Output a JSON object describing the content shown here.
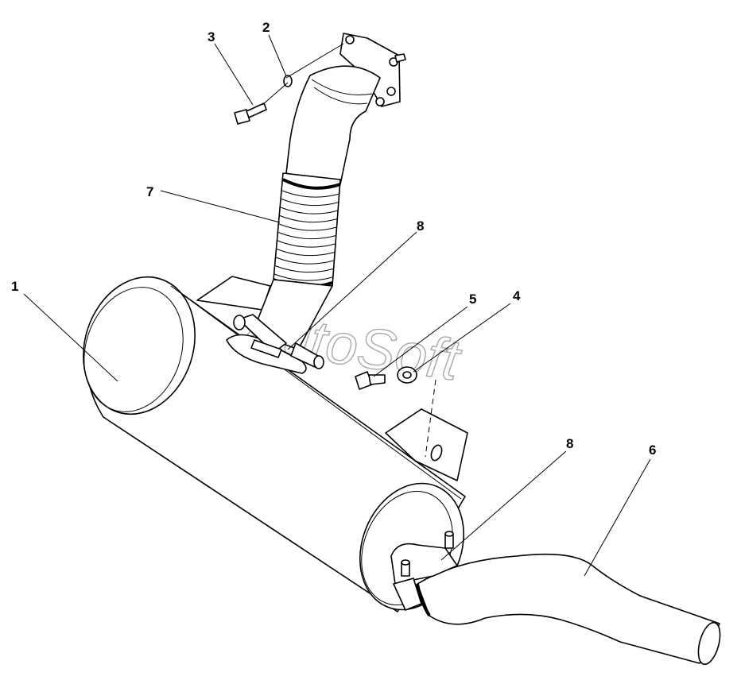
{
  "watermark": "AutoSoft",
  "callouts": [
    {
      "id": "1",
      "label": "1"
    },
    {
      "id": "2",
      "label": "2"
    },
    {
      "id": "3",
      "label": "3"
    },
    {
      "id": "4",
      "label": "4"
    },
    {
      "id": "5",
      "label": "5"
    },
    {
      "id": "6",
      "label": "6"
    },
    {
      "id": "7",
      "label": "7"
    },
    {
      "id": "8a",
      "label": "8"
    },
    {
      "id": "8b",
      "label": "8"
    }
  ]
}
